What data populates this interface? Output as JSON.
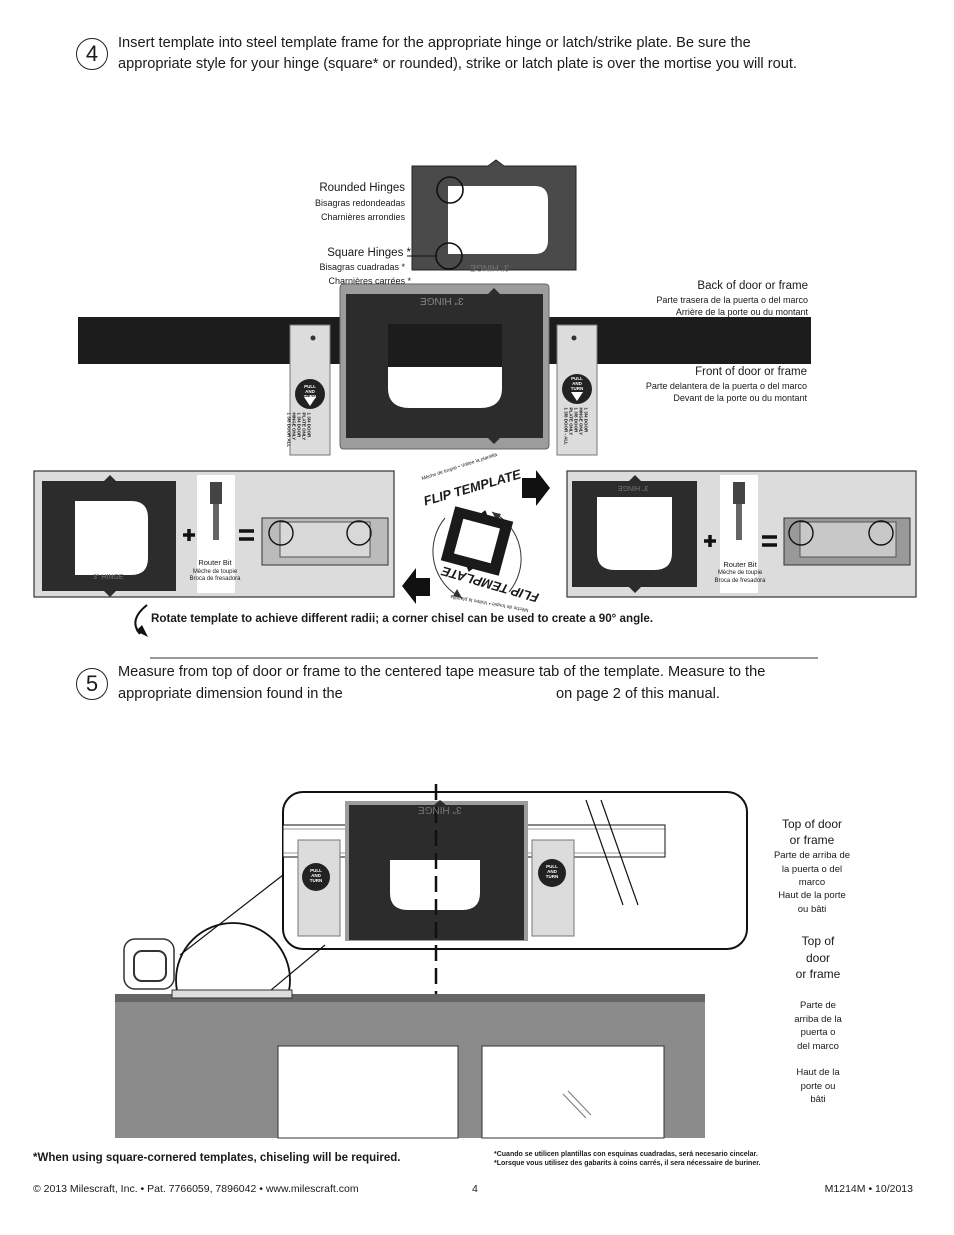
{
  "step4": {
    "number": "4",
    "line1": "Insert template into steel template frame for the appropriate hinge or latch/strike plate. Be sure the",
    "line2": "appropriate style for your hinge (square* or rounded), strike or latch plate is over the mortise you will rout."
  },
  "callouts": {
    "rounded_hinges": "Rounded Hinges",
    "rounded_hinges_es": "Bisagras redondeadas",
    "rounded_hinges_fr": "Charnières arrondies",
    "square_hinges": "Square Hinges *",
    "square_hinges_es": "Bisagras cuadradas *",
    "square_hinges_fr": "Charnières carrées *",
    "back_door": "Back of door or frame",
    "back_door_es": "Parte trasera de la puerta o del marco",
    "back_door_fr": "Arrière de la porte ou du montant",
    "front_door": "Front of door or frame",
    "front_door_es": "Parte delantera de la puerta o del marco",
    "front_door_fr": "Devant de la porte ou du montant"
  },
  "template_text": {
    "hinge": "3\" HINGE",
    "pull_and_turn": [
      "PULL",
      "AND",
      "TURN"
    ],
    "clip_left": [
      "1 3/4 DOOR",
      "PLATE ONLY",
      "1 3/4 DOOR",
      "HINGE ONLY",
      "1 3/8 DOOR ALL"
    ],
    "clip_right": [
      "1 3/4 DOOR",
      "HINGE ONLY",
      "1 3/8 DOOR",
      "PLATE ONLY",
      "1 3/8 DOOR - ALL"
    ]
  },
  "flip": {
    "top": "FLIP TEMPLATE",
    "bottom": "FLIP TEMPLATE",
    "arc_top": "Mèche de toupie • Voltee la plantilla",
    "arc_bottom": "Mèche de toupie • Voltee la plantilla"
  },
  "router_bit": {
    "label": "Router Bit",
    "fr": "Mèche de toupie",
    "es": "Broca de fresadora"
  },
  "plus_sign": "+",
  "equals_sign": "=",
  "rotate_note": "Rotate template to achieve different radii; a corner chisel can be used to create a 90° angle.",
  "step5": {
    "number": "5",
    "line1": "Measure from top of door or frame to the centered tape measure tab of the template. Measure to the",
    "line2a": "appropriate dimension found in the",
    "line2b": "on page 2 of this manual."
  },
  "top_of_door_1": {
    "en_1": "Top of door",
    "en_2": "or frame",
    "es": [
      "Parte de arriba de",
      "la puerta o del",
      "marco"
    ],
    "fr": [
      "Haut de la porte",
      "ou bâti"
    ]
  },
  "top_of_door_2": {
    "en": [
      "Top of",
      "door",
      "or frame"
    ],
    "es": [
      "Parte de",
      "arriba de la",
      "puerta o",
      "del marco"
    ],
    "fr": [
      "Haut de la",
      "porte ou",
      "bâti"
    ]
  },
  "footnote_en": "*When using square-cornered templates, chiseling will be required.",
  "footnote_es": "*Cuando se utilicen plantillas con esquinas cuadradas, será necesario cincelar.",
  "footnote_fr": "*Lorsque vous utilisez des gabarits à coins carrés, il sera nécessaire de buriner.",
  "footer": {
    "copyright": "© 2013 Milescraft, Inc. • Pat. 7766059, 7896042 • www.milescraft.com",
    "page": "4",
    "doc": "M1214M • 10/2013"
  }
}
